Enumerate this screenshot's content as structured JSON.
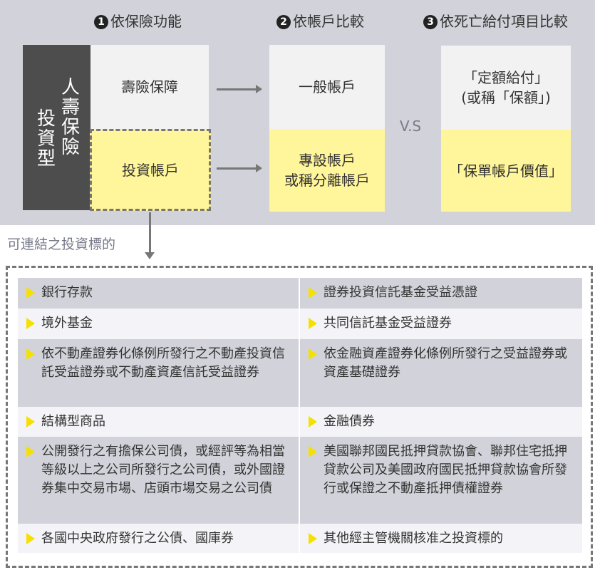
{
  "headers": [
    {
      "num": "1",
      "label": "依保險功能"
    },
    {
      "num": "2",
      "label": "依帳戶比較"
    },
    {
      "num": "3",
      "label": "依死亡給付項目比較"
    }
  ],
  "left": {
    "product_line1": "人壽保險",
    "product_line2": "投資型",
    "protection": "壽險保障",
    "investment": "投資帳戶"
  },
  "middle": {
    "general": "一般帳戶",
    "separate_line1": "專設帳戶",
    "separate_line2": "或稱分離帳戶"
  },
  "vs": "V.S",
  "right": {
    "fixed_line1": "「定額給付」",
    "fixed_line2": "(或稱「保額」)",
    "value": "「保單帳戶價值」"
  },
  "link_label": "可連結之投資標的",
  "targets": [
    [
      "銀行存款",
      "證券投資信託基金受益憑證"
    ],
    [
      "境外基金",
      "共同信託基金受益證券"
    ],
    [
      "依不動產證券化條例所發行之不動產投資信託受益證券或不動產資產信託受益證券",
      "依金融資產證券化條例所發行之受益證券或資產基礎證券"
    ],
    [
      "結構型商品",
      "金融債券"
    ],
    [
      "公開發行之有擔保公司債，或經評等為相當等級以上之公司所發行之公司債，或外國證券集中交易市場、店頭市場交易之公司債",
      "美國聯邦國民抵押貸款協會、聯邦住宅抵押貸款公司及美國政府國民抵押貸款協會所發行或保證之不動產抵押債權證券"
    ],
    [
      "各國中央政府發行之公債、國庫券",
      "其他經主管機關核准之投資標的"
    ]
  ],
  "colors": {
    "panel": "#d2d3da",
    "dark": "#4d4d4d",
    "yellow": "#fff59a",
    "bullet": "#f5e000"
  }
}
